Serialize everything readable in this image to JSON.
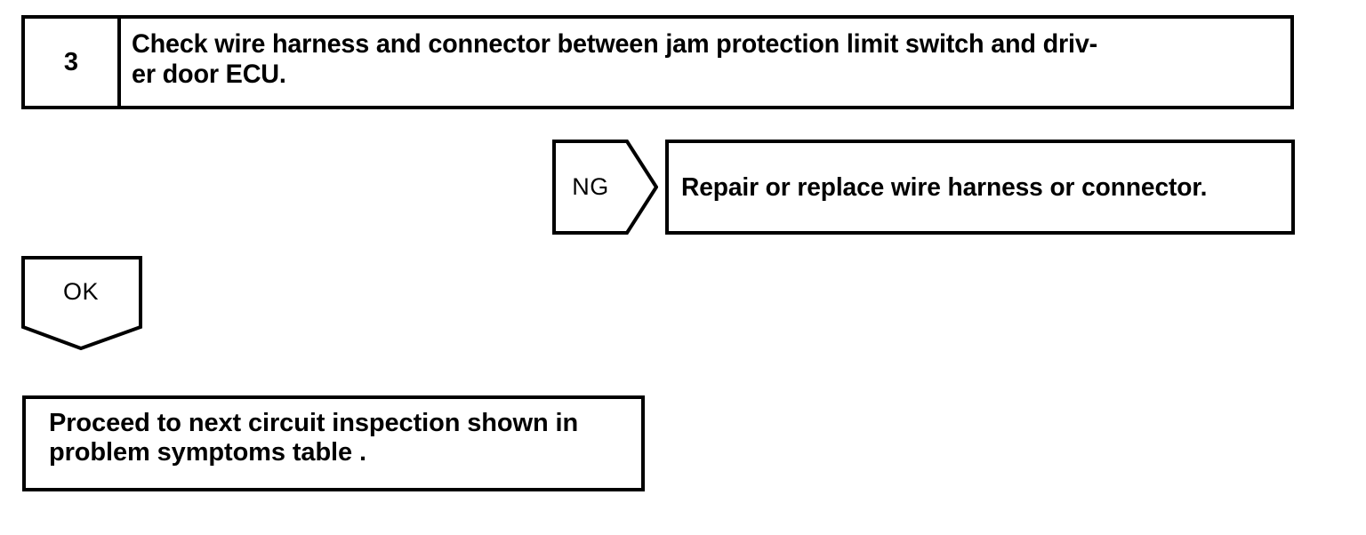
{
  "page": {
    "kind": "diagnostic-flow-chart",
    "background_color": "#ffffff",
    "stroke_color": "#000000"
  },
  "step": {
    "number": "3",
    "instruction": "Check wire harness and connector between jam protection limit switch and driv-\ner door ECU."
  },
  "branches": {
    "ng": {
      "label": "NG",
      "result": "Repair or replace wire harness or connector."
    },
    "ok": {
      "label": "OK",
      "result": "Proceed to next circuit inspection shown in\nproblem symptoms table ."
    }
  }
}
